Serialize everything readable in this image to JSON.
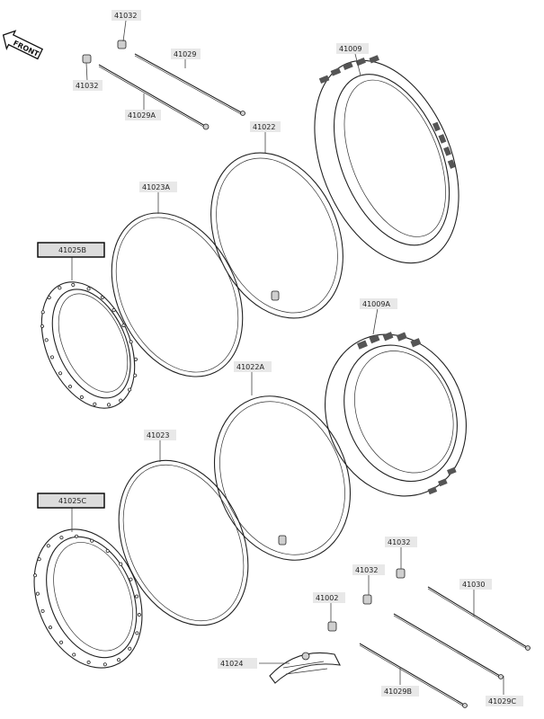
{
  "front_badge": "FRONT",
  "labels": {
    "p41032_top": "41032",
    "p41032_left": "41032",
    "p41029": "41029",
    "p41029A": "41029A",
    "p41009": "41009",
    "p41022": "41022",
    "p41023A": "41023A",
    "p41025B": "41025B",
    "p41009A": "41009A",
    "p41022A": "41022A",
    "p41023": "41023",
    "p41025C": "41025C",
    "p41032_r1": "41032",
    "p41032_r2": "41032",
    "p41002": "41002",
    "p41030": "41030",
    "p41024": "41024",
    "p41029B": "41029B",
    "p41029C": "41029C"
  }
}
